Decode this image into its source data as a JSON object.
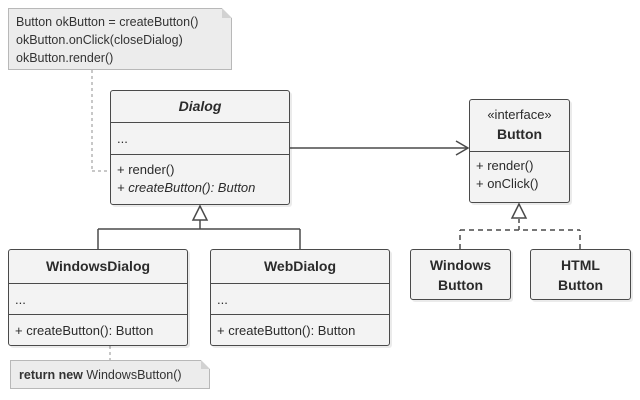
{
  "notes": {
    "top_lines": [
      "Button okButton = createButton()",
      "okButton.onClick(closeDialog)",
      "okButton.render()"
    ],
    "bottom_keyword": "return new",
    "bottom_text": " WindowsButton()"
  },
  "classes": {
    "dialog": {
      "name": "Dialog",
      "attributes": "...",
      "methods": [
        "+ render()",
        "+ createButton(): Button"
      ]
    },
    "windows_dialog": {
      "name": "WindowsDialog",
      "attributes": "...",
      "method": "+ createButton(): Button"
    },
    "web_dialog": {
      "name": "WebDialog",
      "attributes": "...",
      "method": "+ createButton(): Button"
    },
    "button": {
      "stereotype": "«interface»",
      "name": "Button",
      "methods": [
        "+ render()",
        "+ onClick()"
      ]
    },
    "windows_button": {
      "line1": "Windows",
      "line2": "Button"
    },
    "html_button": {
      "line1": "HTML",
      "line2": "Button"
    }
  },
  "colors": {
    "line": "#4a4a4a",
    "note_fill": "#ececec",
    "class_fill": "#f3f3f3",
    "dashed_note_link": "#b5b5b5"
  }
}
